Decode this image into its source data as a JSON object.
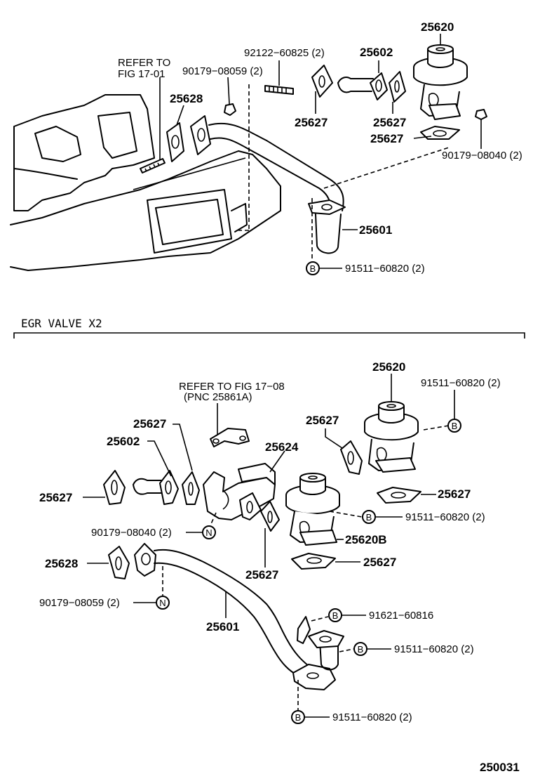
{
  "top": {
    "refer_line1": "REFER TO",
    "refer_line2": "FIG 17-01",
    "p_90179_08059": "90179−08059 (2)",
    "p_92122_60825": "92122−60825 (2)",
    "p_25602": "25602",
    "p_25620": "25620",
    "p_25628": "25628",
    "p_25627_a": "25627",
    "p_25627_b": "25627",
    "p_25627_c": "25627",
    "p_90179_08040": "90179−08040 (2)",
    "p_25601": "25601",
    "p_91511_60820": "91511−60820 (2)",
    "circle_b": "B"
  },
  "section": {
    "title": "EGR VALVE X2"
  },
  "bottom": {
    "refer_line1": "REFER TO FIG 17−08",
    "refer_line2": "(PNC 25861A)",
    "p_25620": "25620",
    "p_91511_60820_a": "91511−60820 (2)",
    "p_25627_a": "25627",
    "p_25602": "25602",
    "p_25627_b": "25627",
    "p_25624": "25624",
    "p_25627_c": "25627",
    "p_25627_d": "25627",
    "p_91511_60820_b": "91511−60820 (2)",
    "p_90179_08040": "90179−08040 (2)",
    "p_25620B": "25620B",
    "p_25628": "25628",
    "p_25627_e": "25627",
    "p_25627_f": "25627",
    "p_90179_08059": "90179−08059 (2)",
    "p_25601": "25601",
    "p_91621_60816": "91621−60816",
    "p_91511_60820_c": "91511−60820 (2)",
    "p_91511_60820_d": "91511−60820 (2)",
    "circle_b": "B",
    "circle_n": "N"
  },
  "figure_id": "250031"
}
